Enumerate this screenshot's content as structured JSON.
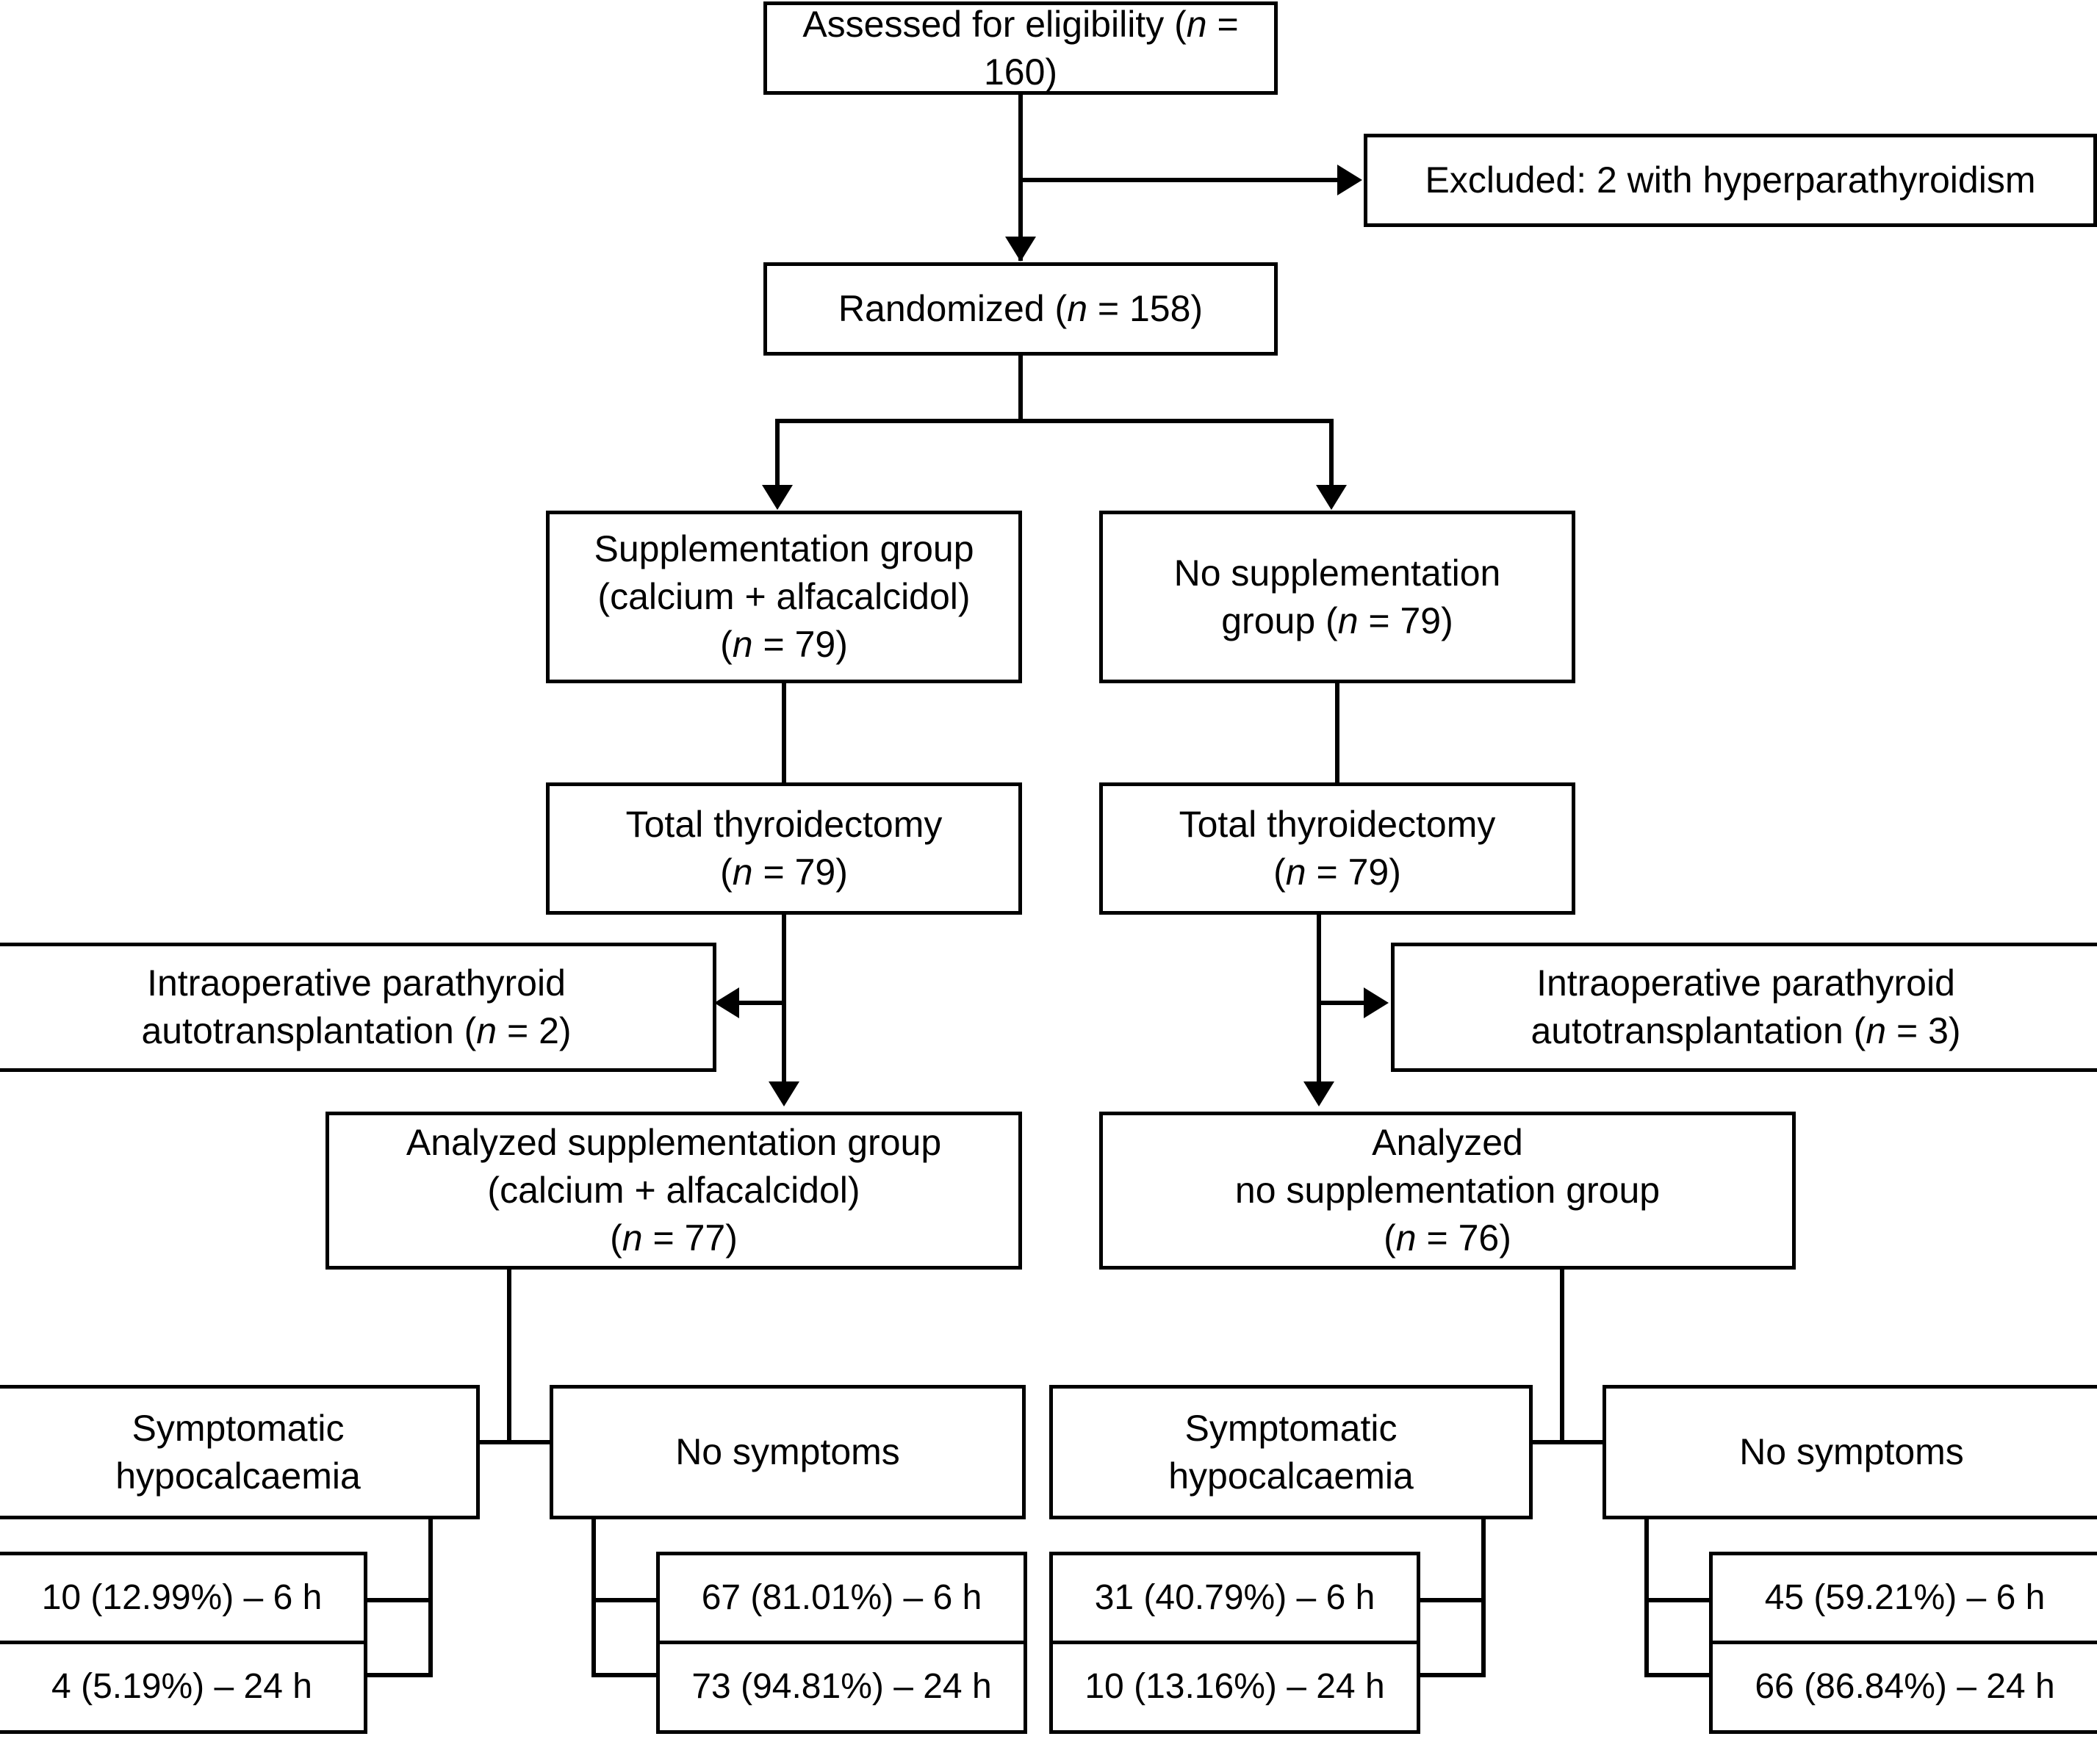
{
  "diagram": {
    "title": "CONSORT participant flow diagram",
    "type": "flowchart",
    "line_color": "#000000",
    "background_color": "#ffffff",
    "nodes": {
      "assessed": {
        "line1": "Assessed for eligibility (n = 160)"
      },
      "excluded": {
        "line1": "Excluded: 2 with hyperparathyroidism"
      },
      "randomized": {
        "line1": "Randomized (n = 158)"
      },
      "supp_group": {
        "line1": "Supplementation group",
        "line2": "(calcium + alfacalcidol)",
        "line3": "(n = 79)"
      },
      "no_supp_group": {
        "line1": "No supplementation",
        "line2": "group (n = 79)"
      },
      "thyroidectomy_left": {
        "line1": "Total thyroidectomy",
        "line2": "(n = 79)"
      },
      "thyroidectomy_right": {
        "line1": "Total thyroidectomy",
        "line2": "(n = 79)"
      },
      "autotransplant_left": {
        "line1": "Intraoperative parathyroid",
        "line2": "autotransplantation (n = 2)"
      },
      "autotransplant_right": {
        "line1": "Intraoperative parathyroid",
        "line2": "autotransplantation (n = 3)"
      },
      "analyzed_supp": {
        "line1": "Analyzed supplementation group",
        "line2": "(calcium + alfacalcidol)",
        "line3": "(n = 77)"
      },
      "analyzed_no_supp": {
        "line1": "Analyzed",
        "line2": "no supplementation group",
        "line3": "(n = 76)"
      },
      "symptomatic_left": {
        "line1": "Symptomatic",
        "line2": "hypocalcaemia"
      },
      "no_symptoms_left": {
        "line1": "No symptoms"
      },
      "symptomatic_right": {
        "line1": "Symptomatic",
        "line2": "hypocalcaemia"
      },
      "no_symptoms_right": {
        "line1": "No symptoms"
      },
      "supp_sympt_6h": {
        "line1": "10 (12.99%) – 6 h"
      },
      "supp_sympt_24h": {
        "line1": "4 (5.19%) – 24 h"
      },
      "supp_nosympt_6h": {
        "line1": "67 (81.01%) – 6 h"
      },
      "supp_nosympt_24h": {
        "line1": "73 (94.81%) – 24 h"
      },
      "nosupp_sympt_6h": {
        "line1": "31 (40.79%) – 6 h"
      },
      "nosupp_sympt_24h": {
        "line1": "10 (13.16%) – 24 h"
      },
      "nosupp_nosympt_6h": {
        "line1": "45 (59.21%) – 6 h"
      },
      "nosupp_nosympt_24h": {
        "line1": "66 (86.84%) – 24 h"
      }
    },
    "counts": {
      "assessed_n": 160,
      "excluded_n": 2,
      "randomized_n": 158,
      "supplementation_n": 79,
      "no_supplementation_n": 79,
      "thyroidectomy_supp_n": 79,
      "thyroidectomy_nosupp_n": 79,
      "autotransplant_supp_n": 2,
      "autotransplant_nosupp_n": 3,
      "analyzed_supp_n": 77,
      "analyzed_nosupp_n": 76,
      "supp_symptomatic_6h": {
        "count": 10,
        "percent": "12.99%",
        "time": "6 h"
      },
      "supp_symptomatic_24h": {
        "count": 4,
        "percent": "5.19%",
        "time": "24 h"
      },
      "supp_no_symptoms_6h": {
        "count": 67,
        "percent": "81.01%",
        "time": "6 h"
      },
      "supp_no_symptoms_24h": {
        "count": 73,
        "percent": "94.81%",
        "time": "24 h"
      },
      "nosupp_symptomatic_6h": {
        "count": 31,
        "percent": "40.79%",
        "time": "6 h"
      },
      "nosupp_symptomatic_24h": {
        "count": 10,
        "percent": "13.16%",
        "time": "24 h"
      },
      "nosupp_no_symptoms_6h": {
        "count": 45,
        "percent": "59.21%",
        "time": "6 h"
      },
      "nosupp_no_symptoms_24h": {
        "count": 66,
        "percent": "86.84%",
        "time": "24 h"
      }
    }
  }
}
